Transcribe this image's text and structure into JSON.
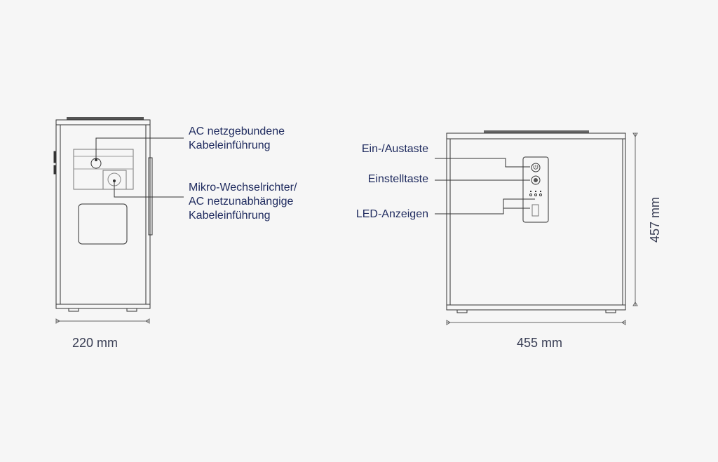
{
  "side_view": {
    "callout_1": [
      "AC netzgebundene",
      "Kabeleinführung"
    ],
    "callout_2": [
      "Mikro-Wechselrichter/",
      "AC netzunabhängige",
      "Kabeleinführung"
    ],
    "width_label": "220 mm"
  },
  "front_view": {
    "callouts": [
      "Ein-/Austaste",
      "Einstelltaste",
      "LED-Anzeigen"
    ],
    "width_label": "455 mm",
    "height_label": "457 mm"
  },
  "colors": {
    "text": "#1e2a5e",
    "line": "#333333",
    "background": "#f6f6f6"
  }
}
